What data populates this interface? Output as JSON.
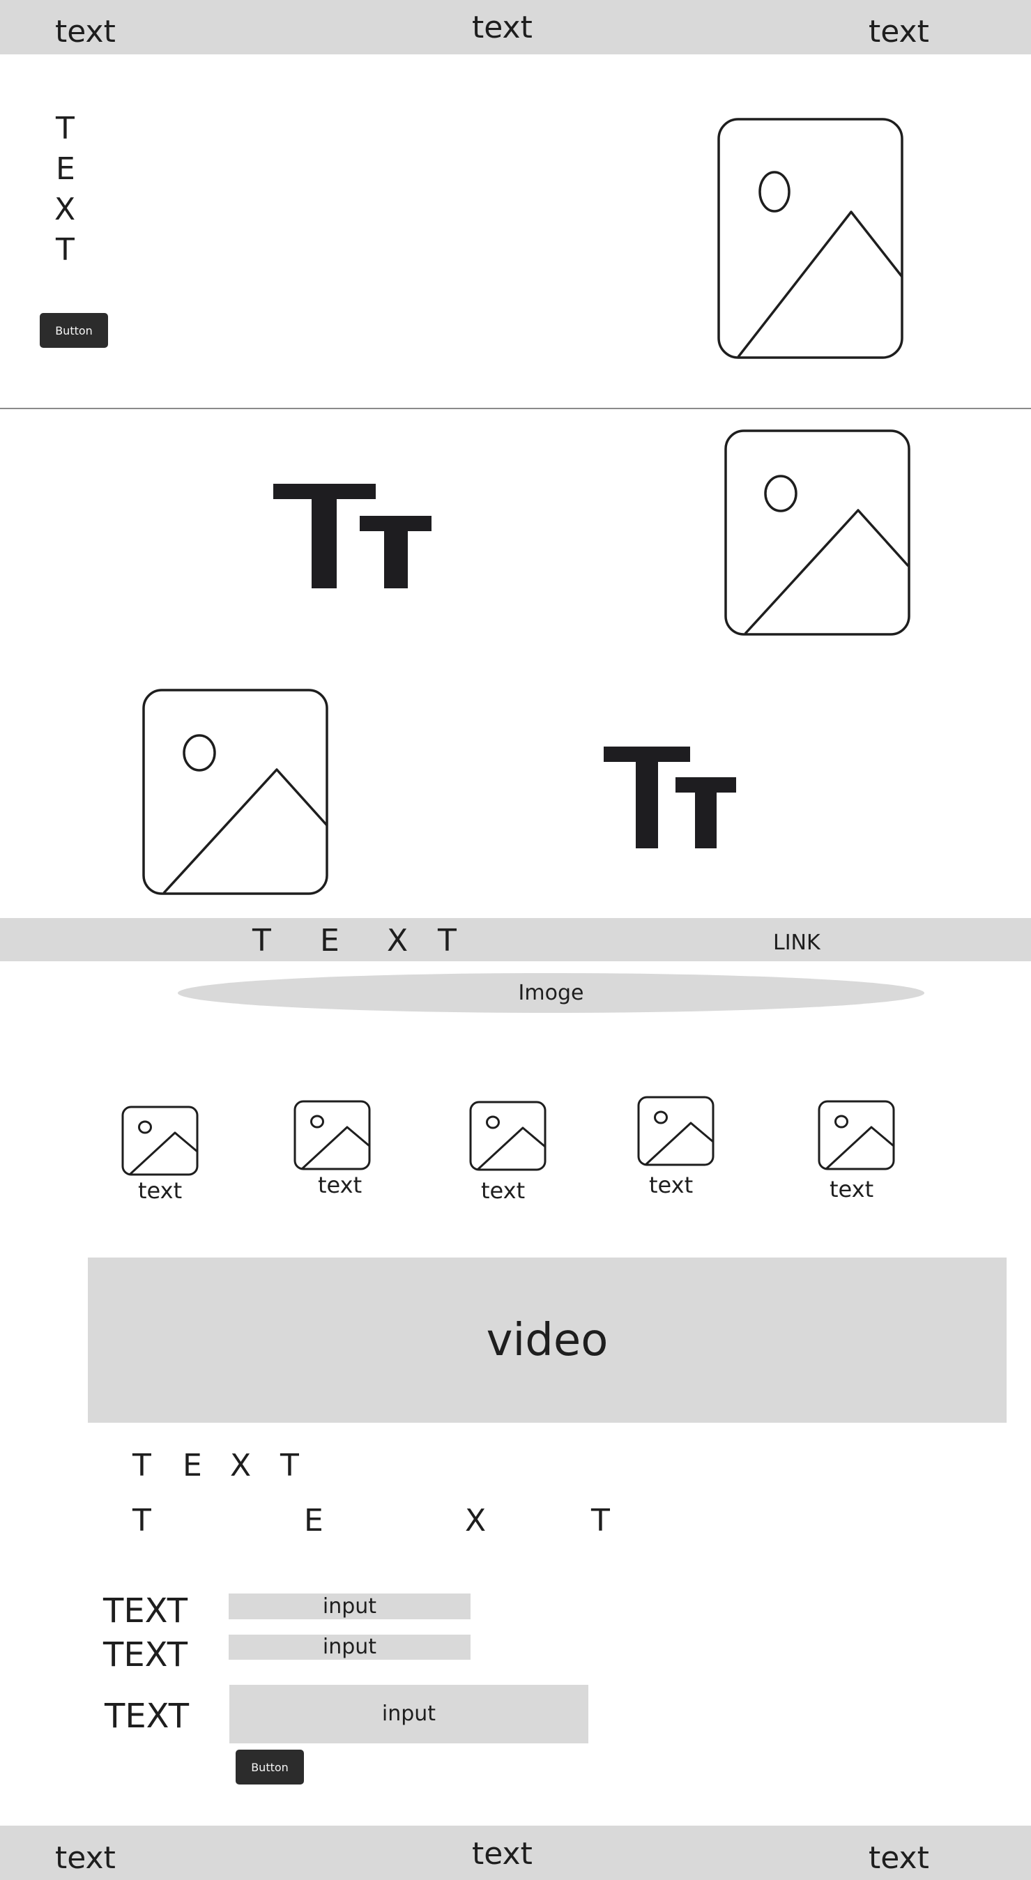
{
  "header": {
    "left": "text",
    "center": "text",
    "right": "text"
  },
  "hero": {
    "vertical_letters": [
      "T",
      "E",
      "X",
      "T"
    ],
    "button_label": "Button",
    "image_icon": "image-placeholder-icon"
  },
  "feature_section": {
    "text_icon": "text-format-icon",
    "image_icon": "image-placeholder-icon"
  },
  "link_bar": {
    "spaced_letters": [
      "T",
      "E",
      "X",
      "T"
    ],
    "link_label": "LINK"
  },
  "image_pill": {
    "label": "Imoge"
  },
  "gallery": {
    "items": [
      {
        "caption": "text",
        "icon": "image-placeholder-icon"
      },
      {
        "caption": "text",
        "icon": "image-placeholder-icon"
      },
      {
        "caption": "text",
        "icon": "image-placeholder-icon"
      },
      {
        "caption": "text",
        "icon": "image-placeholder-icon"
      },
      {
        "caption": "text",
        "icon": "image-placeholder-icon"
      }
    ]
  },
  "video": {
    "label": "video"
  },
  "spaced_text": {
    "row1": [
      "T",
      "E",
      "X",
      "T"
    ],
    "row2": [
      "T",
      "E",
      "X",
      "T"
    ]
  },
  "form": {
    "fields": [
      {
        "label": "TEXT",
        "value": "input"
      },
      {
        "label": "TEXT",
        "value": "input"
      },
      {
        "label": "TEXT",
        "value": "input"
      }
    ],
    "button_label": "Button"
  },
  "footer": {
    "left": "text",
    "center": "text",
    "right": "text"
  },
  "colors": {
    "bar_gray": "#d9d9d9",
    "button_dark": "#2c2c2c",
    "text": "#1e1e1e"
  }
}
